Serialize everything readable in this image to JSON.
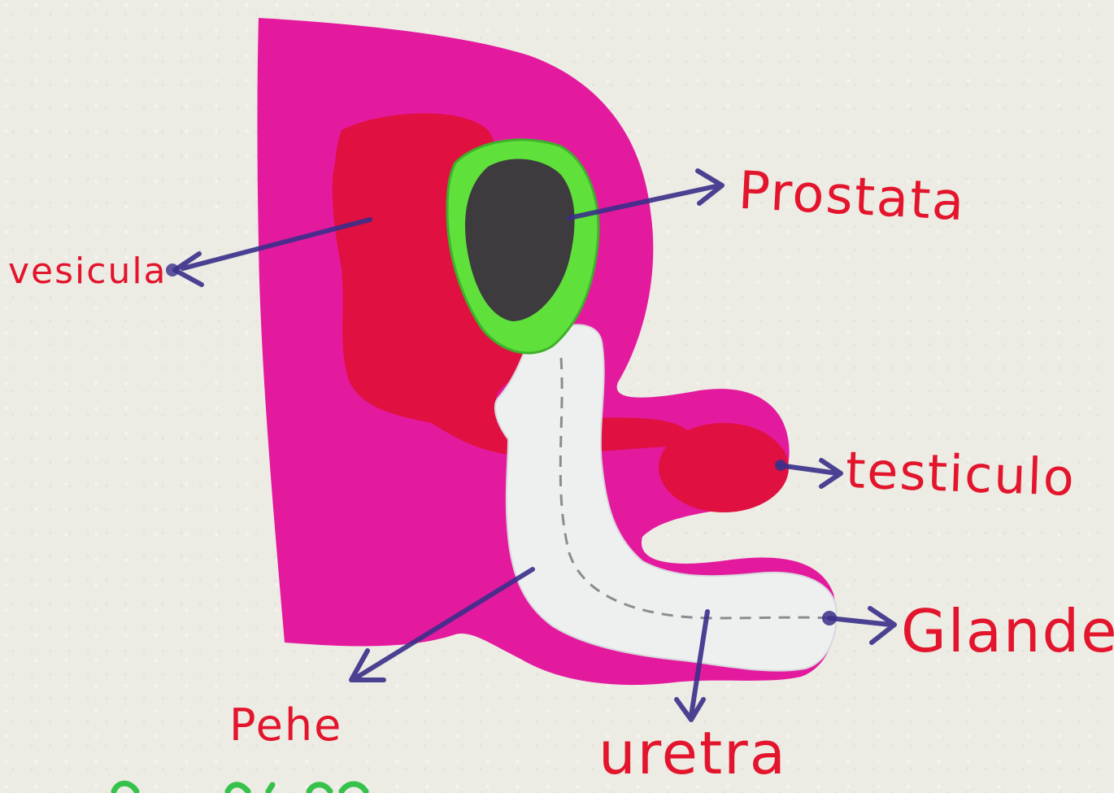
{
  "labels": {
    "vesicula": "vesicula",
    "prostata": "Prostata",
    "testiculo": "testiculo",
    "glande": "Glande",
    "pene": "Pehe",
    "uretra": "uretra"
  },
  "colors": {
    "body": "#e41a9e",
    "vesicle": "#e01040",
    "prostate_ring": "#5fe03a",
    "prostate_core": "#3e3b3f",
    "urethra": "#eef0f0",
    "arrow": "#3a2f8a",
    "label_text": "#e3152c",
    "paper": "#ecebe4"
  }
}
